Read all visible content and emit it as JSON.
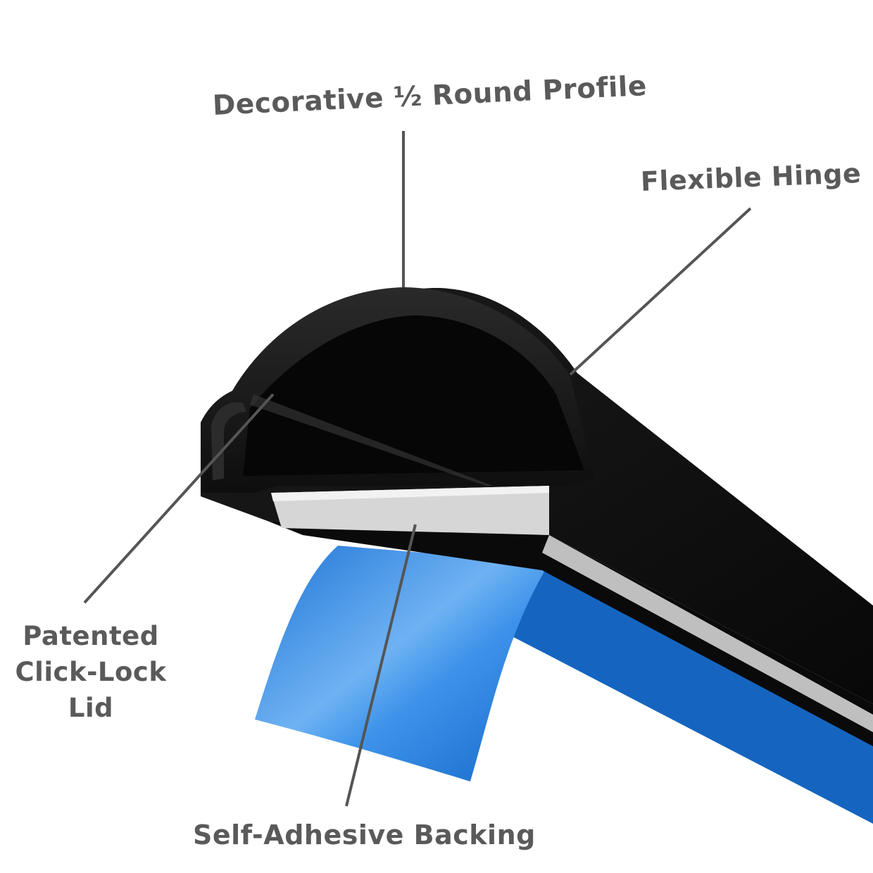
{
  "callouts": {
    "profile": "Decorative ½ Round Profile",
    "hinge": "Flexible Hinge",
    "lid": [
      "Patented",
      "Click-Lock",
      "Lid"
    ],
    "backing": "Self-Adhesive Backing"
  },
  "colors": {
    "label_text": "#5a5a5a",
    "leader_line": "#555555",
    "channel_black": "#161616",
    "adhesive_strip": "#d8d8d8",
    "backing_tape_blue": "#1f7fe0"
  }
}
